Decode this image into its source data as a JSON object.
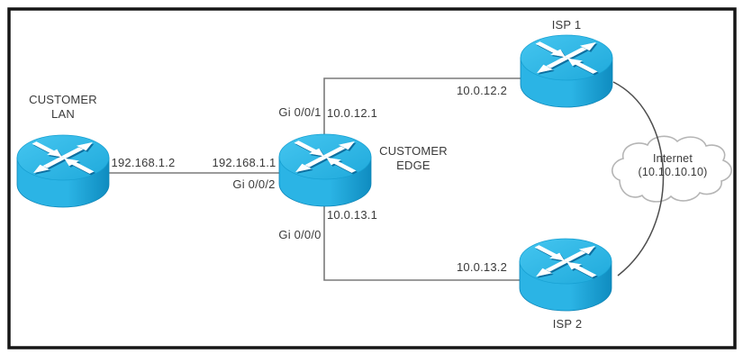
{
  "colors": {
    "router-top": "#45c6f0",
    "router-top-2": "#1fa9db",
    "router-body": "#2bb4e5",
    "router-body-dark": "#0f8cc0",
    "arrow-shadow": "#0d6fa0",
    "link-line": "#7a7a7a",
    "curve-line": "#4d4d4d",
    "cloud-stroke": "#b5b5b5",
    "frame": "#161616",
    "text": "#3a3a3a"
  },
  "devices": {
    "customer_lan": {
      "label": "CUSTOMER\nLAN",
      "type": "router"
    },
    "customer_edge": {
      "label": "CUSTOMER\nEDGE",
      "type": "router"
    },
    "isp1": {
      "label": "ISP 1",
      "type": "router"
    },
    "isp2": {
      "label": "ISP 2",
      "type": "router"
    },
    "internet": {
      "label": "Internet\n(10.10.10.10)",
      "type": "cloud"
    }
  },
  "links": [
    {
      "from": "CUSTOMER LAN",
      "to": "CUSTOMER EDGE",
      "lan_ip": "192.168.1.2",
      "edge_ip": "192.168.1.1",
      "edge_interface": "Gi 0/0/2"
    },
    {
      "from": "CUSTOMER EDGE",
      "to": "ISP 1",
      "edge_interface": "Gi 0/0/1",
      "edge_ip": "10.0.12.1",
      "isp_ip": "10.0.12.2"
    },
    {
      "from": "CUSTOMER EDGE",
      "to": "ISP 2",
      "edge_interface": "Gi 0/0/0",
      "edge_ip": "10.0.13.1",
      "isp_ip": "10.0.13.2"
    },
    {
      "from": "ISP 1",
      "to": "Internet"
    },
    {
      "from": "ISP 2",
      "to": "Internet"
    }
  ]
}
